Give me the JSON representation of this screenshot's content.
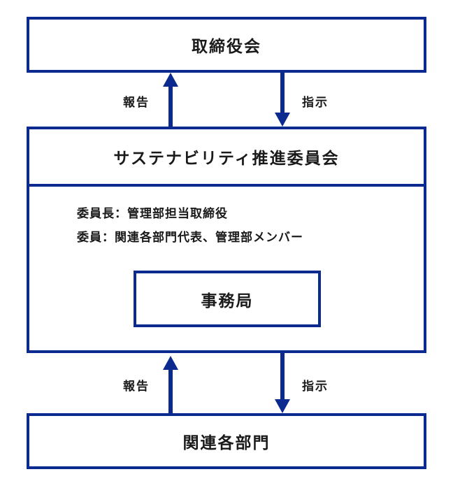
{
  "board": {
    "label": "取締役会"
  },
  "committee": {
    "title": "サステナビリティ推進委員会",
    "members_line1": "委員長：管理部担当取締役",
    "members_line2": "委員：関連各部門代表、管理部メンバー"
  },
  "secretariat": {
    "label": "事務局"
  },
  "departments": {
    "label": "関連各部門"
  },
  "arrows": {
    "report_upper": "報告",
    "instruct_upper": "指示",
    "report_lower": "報告",
    "instruct_lower": "指示"
  },
  "colors": {
    "accent": "#0b2a8f"
  }
}
